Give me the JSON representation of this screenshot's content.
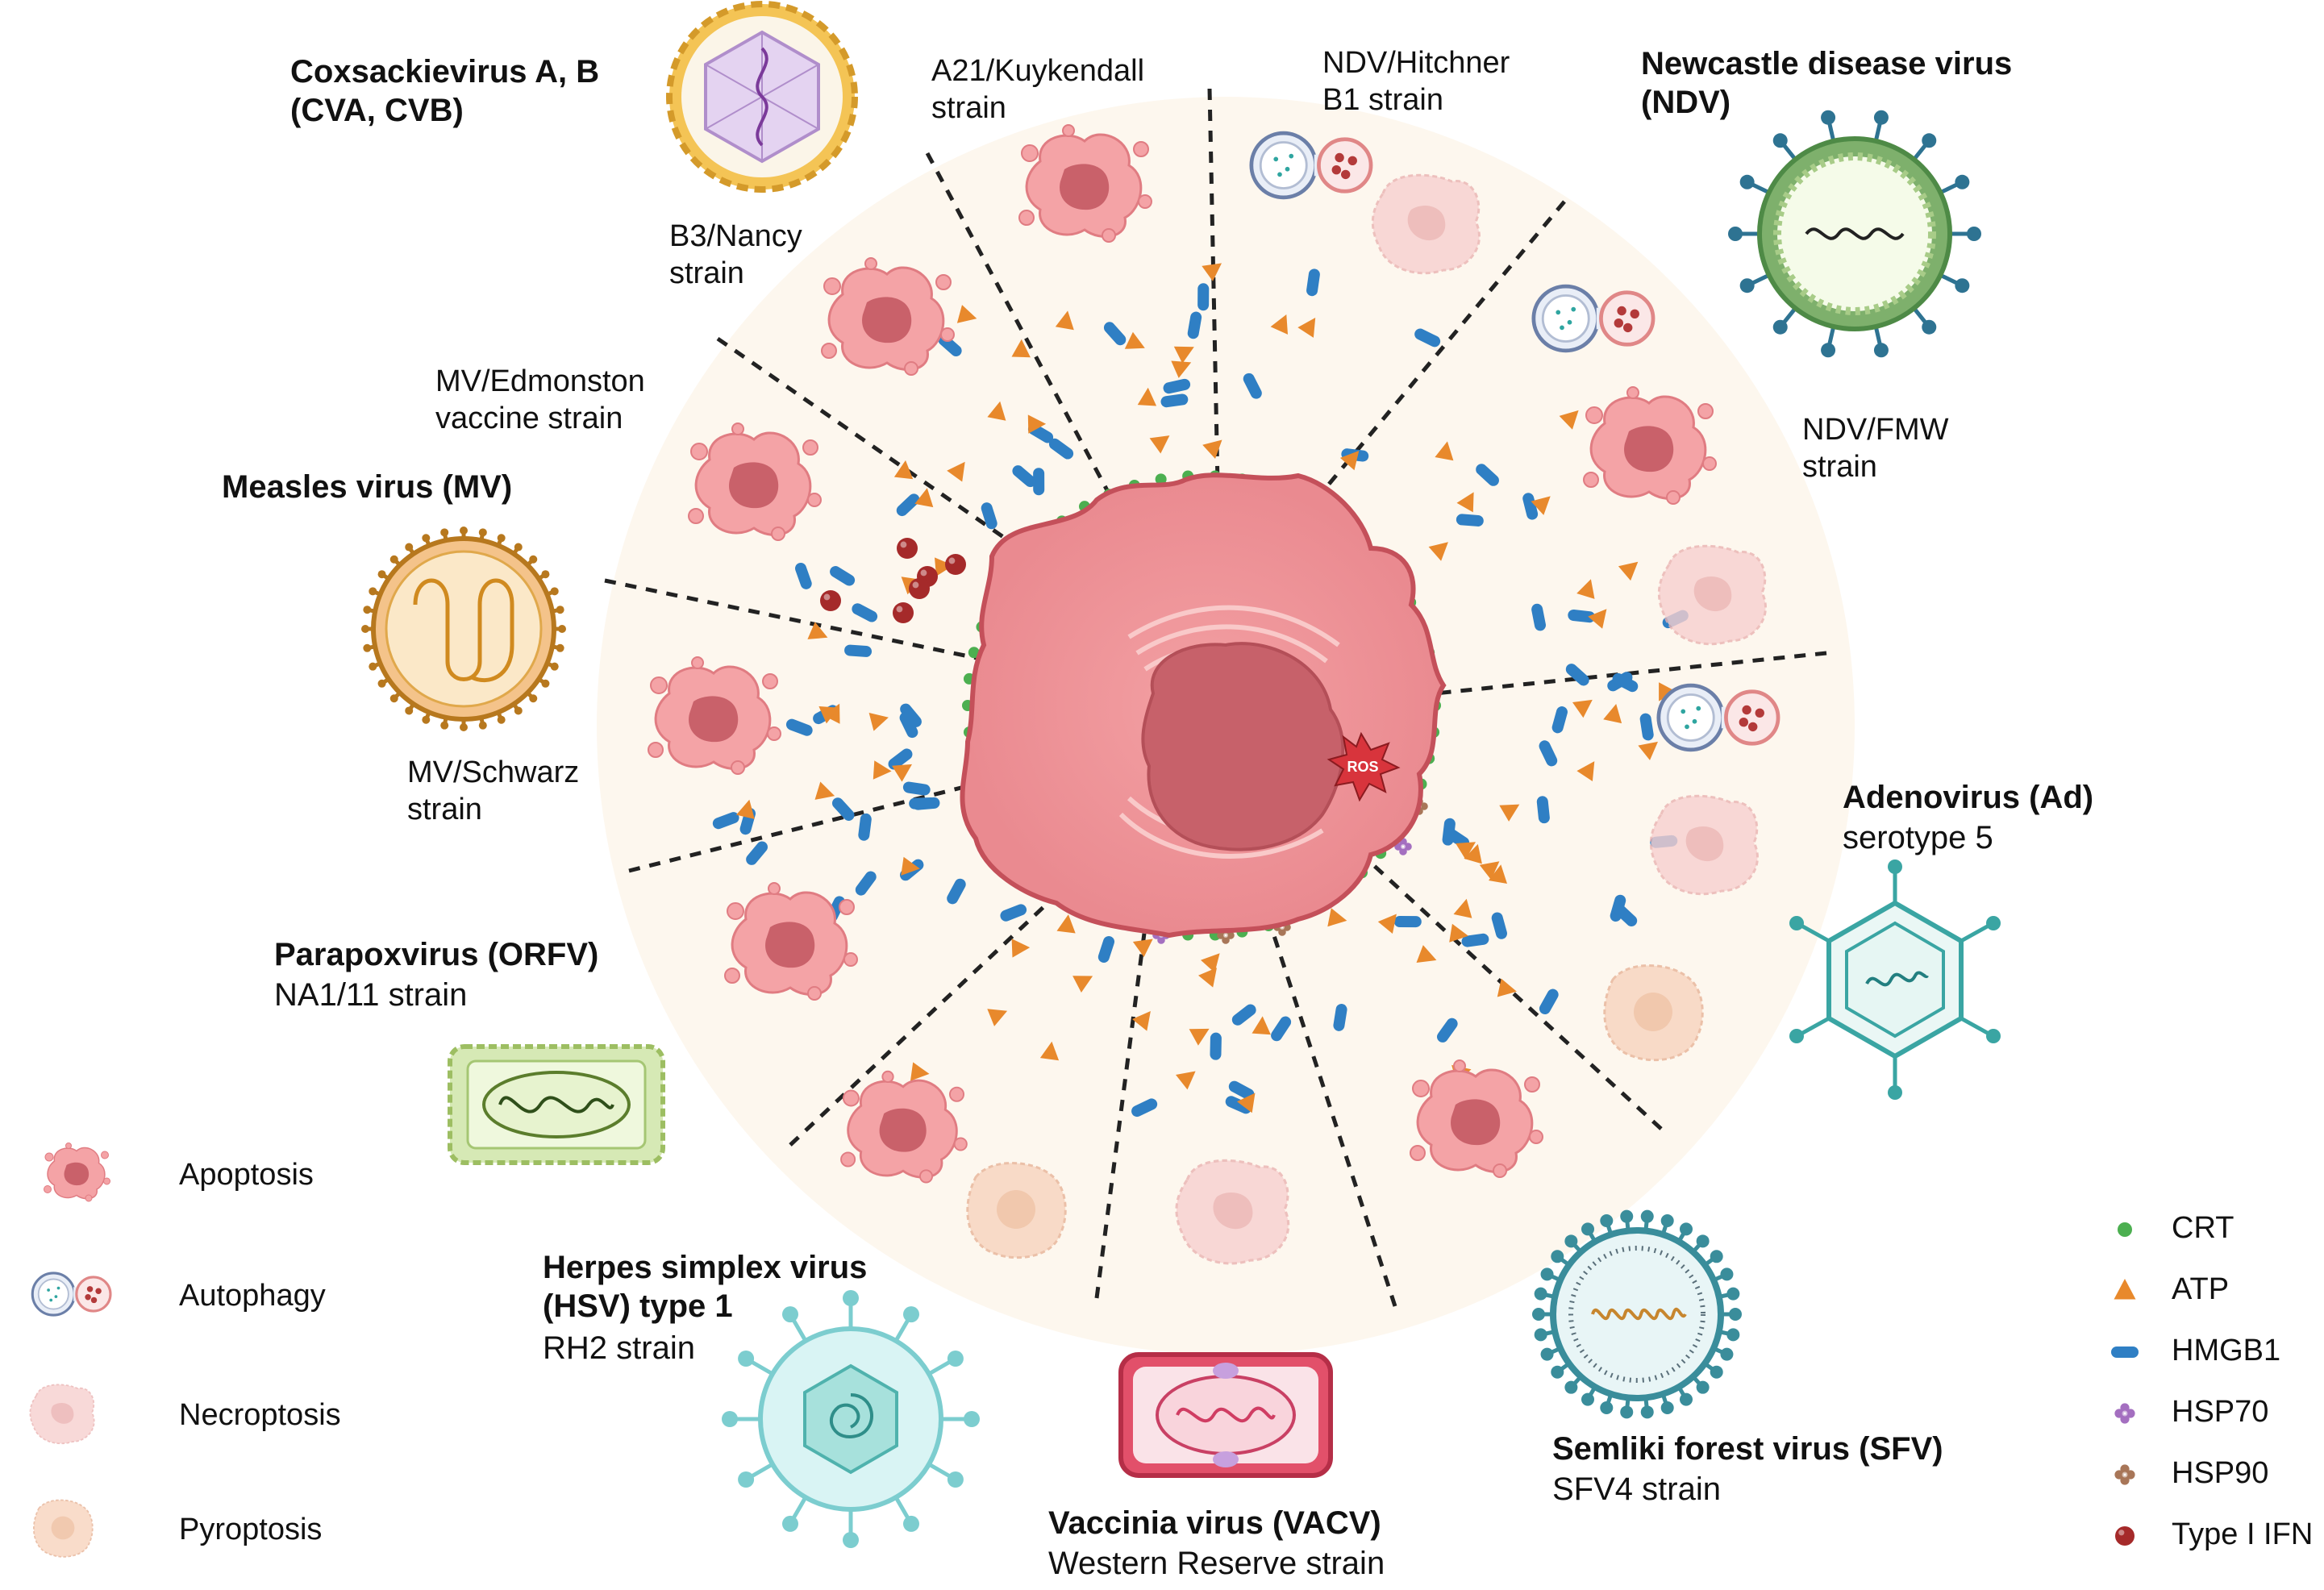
{
  "viruses": {
    "coxsackie": {
      "title": "Coxsackievirus A, B\n(CVA, CVB)",
      "strain_a": "A21/Kuykendall\nstrain",
      "strain_b": "B3/Nancy\nstrain"
    },
    "ndv": {
      "title": "Newcastle disease virus\n(NDV)",
      "strain_a": "NDV/Hitchner\nB1 strain",
      "strain_b": "NDV/FMW\nstrain"
    },
    "measles": {
      "title": "Measles virus (MV)",
      "strain_a": "MV/Edmonston\nvaccine strain",
      "strain_b": "MV/Schwarz\nstrain"
    },
    "adeno": {
      "title": "Adenovirus (Ad)",
      "sub": "serotype 5"
    },
    "parapox": {
      "title": "Parapoxvirus (ORFV)",
      "sub": "NA1/11 strain"
    },
    "hsv": {
      "title": "Herpes simplex virus\n(HSV) type 1",
      "sub": "RH2 strain"
    },
    "vaccinia": {
      "title": "Vaccinia virus (VACV)",
      "sub": "Western Reserve strain"
    },
    "sfv": {
      "title": "Semliki forest virus (SFV)",
      "sub": "SFV4 strain"
    }
  },
  "cell": {
    "ros_label": "ROS"
  },
  "death_legend": [
    {
      "label": "Apoptosis",
      "icon": "apoptosis-icon"
    },
    {
      "label": "Autophagy",
      "icon": "autophagy-icon"
    },
    {
      "label": "Necroptosis",
      "icon": "necroptosis-icon"
    },
    {
      "label": "Pyroptosis",
      "icon": "pyroptosis-icon"
    }
  ],
  "marker_legend": [
    {
      "label": "CRT",
      "shape": "dot",
      "color": "#4caf50"
    },
    {
      "label": "ATP",
      "shape": "triangle",
      "color": "#e8892c"
    },
    {
      "label": "HMGB1",
      "shape": "pill",
      "color": "#2f7fc4"
    },
    {
      "label": "HSP70",
      "shape": "flower",
      "color": "#a46fc0"
    },
    {
      "label": "HSP90",
      "shape": "flower",
      "color": "#a87658"
    },
    {
      "label": "Type I IFN",
      "shape": "ball",
      "color": "#a52a2a"
    }
  ],
  "colors": {
    "disc": "#fdf7ee",
    "cell_body": "#ef8f94",
    "cell_edge": "#c9525a",
    "nucleus": "#d1646c",
    "apoptotic": "#f4a3a6",
    "necroptotic": "#f7d3d2",
    "pyroptotic": "#f9dcc8"
  }
}
